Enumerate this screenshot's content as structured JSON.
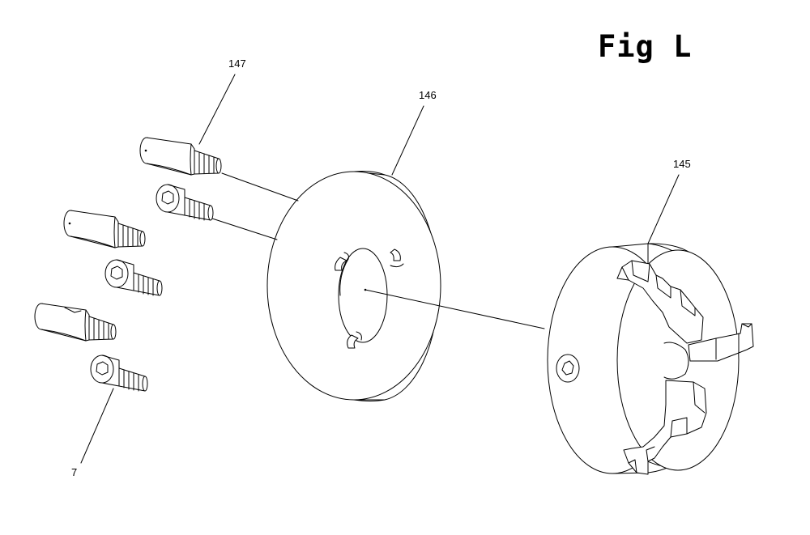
{
  "figure": {
    "title": "Fig L"
  },
  "callouts": [
    {
      "id": "147",
      "label": "147"
    },
    {
      "id": "146",
      "label": "146"
    },
    {
      "id": "145",
      "label": "145"
    },
    {
      "id": "7",
      "label": "7"
    }
  ],
  "parts": [
    {
      "name": "stud",
      "ref": "147",
      "count": 3
    },
    {
      "name": "backplate",
      "ref": "146"
    },
    {
      "name": "three-jaw-chuck",
      "ref": "145"
    },
    {
      "name": "socket-head-cap-screw",
      "ref": "7",
      "count": 3
    }
  ],
  "colors": {
    "line": "#000000",
    "background": "#ffffff"
  }
}
